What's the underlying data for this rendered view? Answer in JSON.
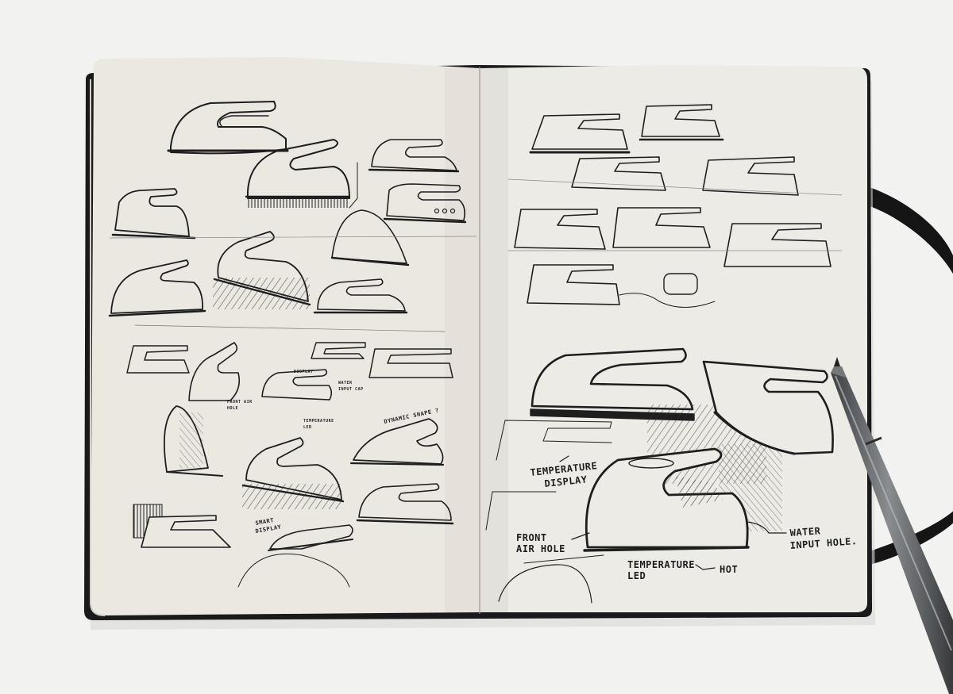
{
  "scene": {
    "background_color": "#f2f2f1",
    "paper_color": "#ebe8e2",
    "cover_color": "#1a1a1a",
    "ink_color": "#1e1e1e",
    "hatch_color": "#555555",
    "pen_color": "#5a5d60"
  },
  "annotations": {
    "temperature_display": [
      "TEMPERATURE",
      "DISPLAY"
    ],
    "front_air_hole": [
      "FRONT",
      "AIR HOLE"
    ],
    "temperature_led": [
      "TEMPERATURE",
      "LED"
    ],
    "hot": "HOT",
    "water_input_hole": [
      "WATER",
      "INPUT HOLE."
    ],
    "smart_display": [
      "SMART",
      "DISPLAY"
    ],
    "dynamic_shape": "DYNAMIC SHAPE ?",
    "left_small_notes": [
      "DISPLAY",
      "WATER",
      "INPUT CAP",
      "FRONT AIR",
      "HOLE",
      "TEMPERATURE",
      "LED"
    ]
  }
}
